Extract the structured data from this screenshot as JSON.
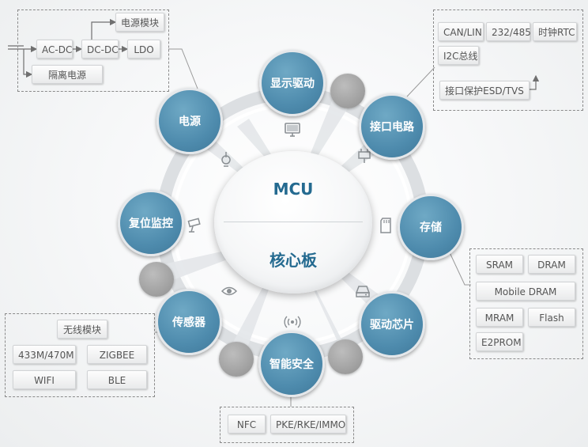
{
  "center": {
    "top_label": "MCU",
    "bottom_label": "核心板"
  },
  "nodes": {
    "display": "显示驱动",
    "interface": "接口电路",
    "storage": "存储",
    "driver": "驱动芯片",
    "security": "智能安全",
    "sensor": "传感器",
    "reset": "复位监控",
    "power": "电源"
  },
  "power_box": {
    "acdc": "AC-DC",
    "dcdc": "DC-DC",
    "power_module": "电源模块",
    "ldo": "LDO",
    "isolated": "隔离电源"
  },
  "interface_box": {
    "can": "CAN/LIN",
    "r232": "232/485",
    "rtc": "时钟RTC",
    "i2c": "I2C总线",
    "esd": "接口保护ESD/TVS"
  },
  "storage_box": {
    "sram": "SRAM",
    "dram": "DRAM",
    "mobile": "Mobile DRAM",
    "mram": "MRAM",
    "flash": "Flash",
    "e2prom": "E2PROM"
  },
  "wireless_box": {
    "module": "无线模块",
    "m433": "433M/470M",
    "zigbee": "ZIGBEE",
    "wifi": "WIFI",
    "ble": "BLE"
  },
  "security_box": {
    "nfc": "NFC",
    "pke": "PKE/RKE/IMMO"
  },
  "icons": [
    "monitor-icon",
    "plug-icon",
    "sd-card-icon",
    "drive-icon",
    "wireless-icon",
    "eye-icon",
    "camera-icon",
    "power-plug-icon"
  ],
  "colors": {
    "node": "#4e8bad",
    "accent_text": "#246a90",
    "gray_ball": "#a2a2a2"
  }
}
